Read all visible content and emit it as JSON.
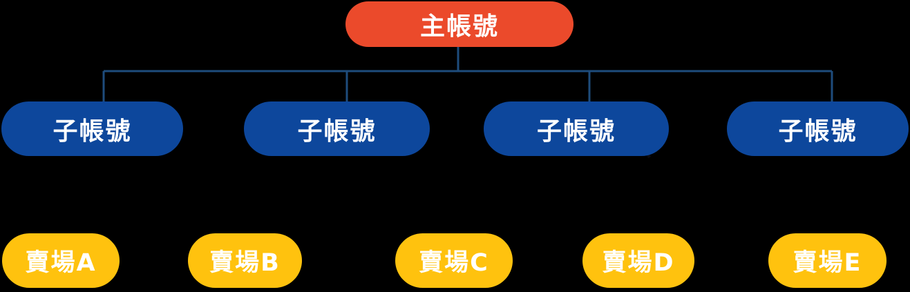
{
  "diagram": {
    "root_node": {
      "label": "主帳號"
    },
    "sub_nodes": [
      {
        "label": "子帳號"
      },
      {
        "label": "子帳號"
      },
      {
        "label": "子帳號"
      },
      {
        "label": "子帳號"
      }
    ],
    "shop_nodes": [
      {
        "label": "賣場A"
      },
      {
        "label": "賣場B"
      },
      {
        "label": "賣場C"
      },
      {
        "label": "賣場D"
      },
      {
        "label": "賣場E"
      }
    ]
  },
  "colors": {
    "background": "#000000",
    "root": "#EB4A2B",
    "sub": "#0D479C",
    "shop": "#FFC20E",
    "connector": "#1E4C7C",
    "text": "#FFFFFF",
    "cursor_artifact": "#0b0b12"
  }
}
